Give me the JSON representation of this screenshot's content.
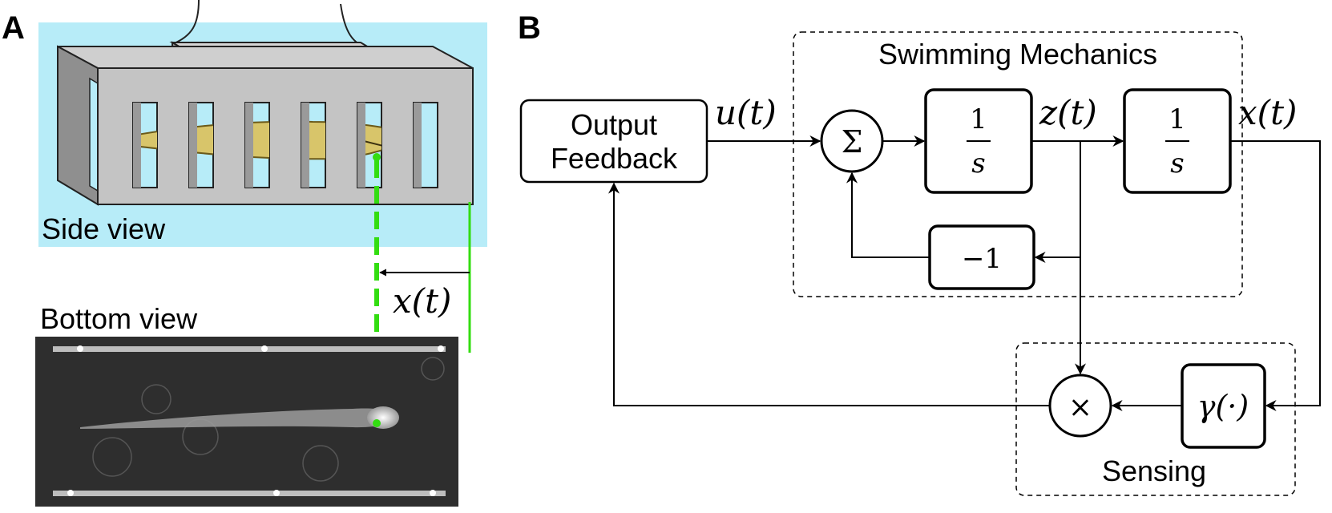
{
  "panel_a": {
    "letter": "A",
    "side_view_label": "Side view",
    "bottom_view_label": "Bottom view",
    "position_label": "x(t)"
  },
  "panel_b": {
    "letter": "B",
    "swimming_mechanics_label": "Swimming Mechanics",
    "sensing_label": "Sensing",
    "output_feedback_line1": "Output",
    "output_feedback_line2": "Feedback",
    "sum_symbol": "Σ",
    "integrator_numerator": "1",
    "integrator_denominator": "s",
    "negative_gain": "−1",
    "multiply_symbol": "×",
    "gamma_block": "γ(·)",
    "u_signal": "u(t)",
    "z_signal": "z(t)",
    "x_signal": "x(t)"
  },
  "colors": {
    "side_view_bg": "#b7ecf8",
    "tank_gray": "#c4c4c4",
    "tank_dark": "#8f8f8f",
    "fish_gold": "#d8c56a",
    "marker_green": "#33dd11",
    "bottom_view_bg": "#2e2e2e"
  }
}
